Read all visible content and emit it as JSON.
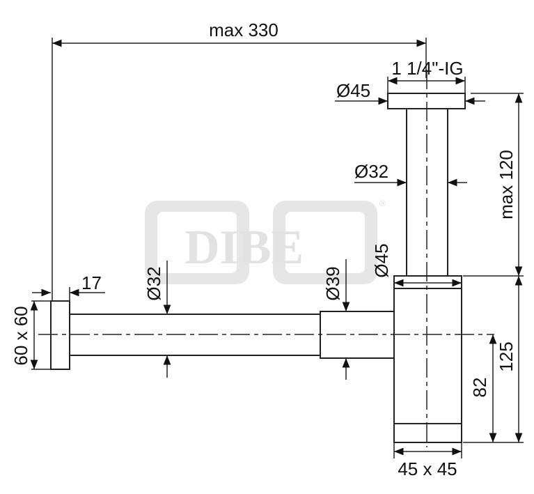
{
  "watermark": {
    "text": "DIBE",
    "mark": "®"
  },
  "dimensions": {
    "overall_length": "max 330",
    "thread": "1 1/4\"-IG",
    "top_cap_diameter": "Ø45",
    "vertical_pipe_diameter": "Ø32",
    "vertical_height": "max 120",
    "housing_diameter": "Ø45",
    "outlet_diameter": "Ø39",
    "horizontal_pipe_diameter": "Ø32",
    "flange_thickness": "17",
    "flange_size": "60 x 60",
    "housing_height": "125",
    "outlet_height": "82",
    "housing_footprint": "45 x 45"
  },
  "colors": {
    "line": "#222222",
    "watermark": "#e6e6e6"
  }
}
